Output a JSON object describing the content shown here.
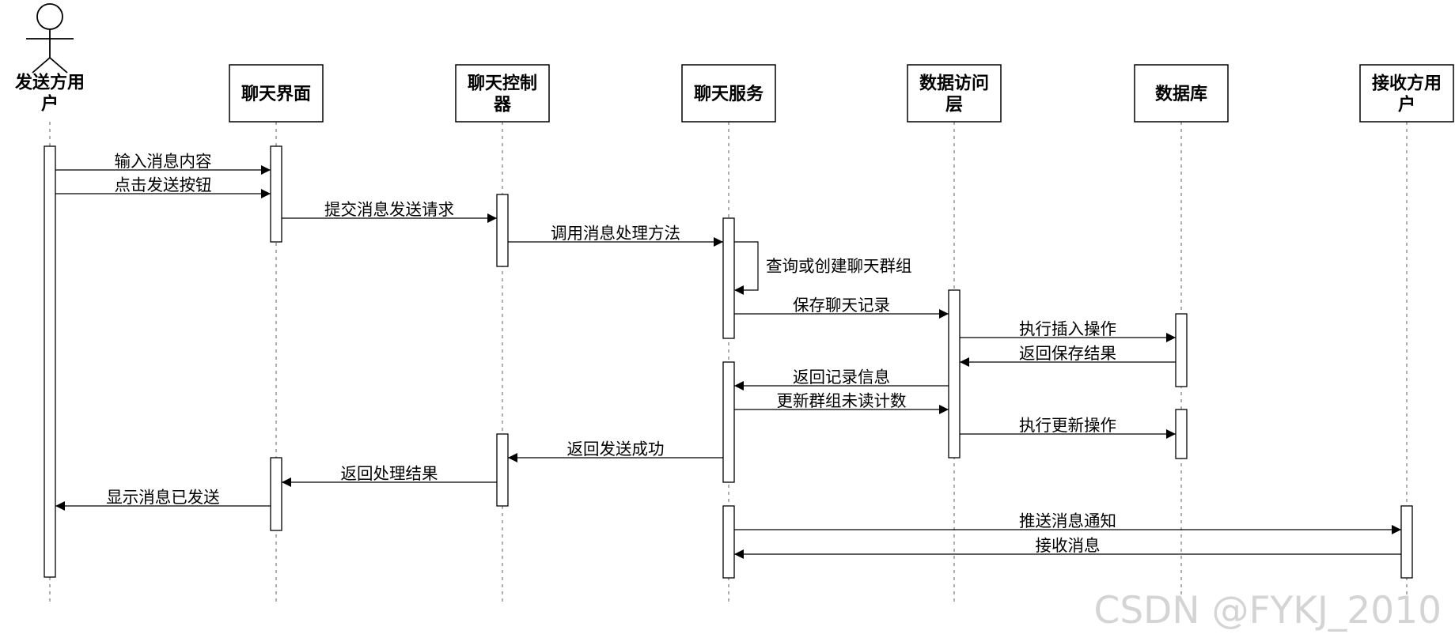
{
  "participants": [
    {
      "id": "sender",
      "label_lines": [
        "发送方用",
        "户"
      ],
      "kind": "actor"
    },
    {
      "id": "ui",
      "label_lines": [
        "聊天界面"
      ],
      "kind": "box"
    },
    {
      "id": "ctrl",
      "label_lines": [
        "聊天控制",
        "器"
      ],
      "kind": "box"
    },
    {
      "id": "svc",
      "label_lines": [
        "聊天服务"
      ],
      "kind": "box"
    },
    {
      "id": "dal",
      "label_lines": [
        "数据访问",
        "层"
      ],
      "kind": "box"
    },
    {
      "id": "db",
      "label_lines": [
        "数据库"
      ],
      "kind": "box"
    },
    {
      "id": "recv",
      "label_lines": [
        "接收方用",
        "户"
      ],
      "kind": "box"
    }
  ],
  "messages": [
    {
      "from": "sender",
      "to": "ui",
      "label": "输入消息内容"
    },
    {
      "from": "sender",
      "to": "ui",
      "label": "点击发送按钮"
    },
    {
      "from": "ui",
      "to": "ctrl",
      "label": "提交消息发送请求"
    },
    {
      "from": "ctrl",
      "to": "svc",
      "label": "调用消息处理方法"
    },
    {
      "from": "svc",
      "to": "svc",
      "label": "查询或创建聊天群组"
    },
    {
      "from": "svc",
      "to": "dal",
      "label": "保存聊天记录"
    },
    {
      "from": "dal",
      "to": "db",
      "label": "执行插入操作"
    },
    {
      "from": "db",
      "to": "dal",
      "label": "返回保存结果"
    },
    {
      "from": "dal",
      "to": "svc",
      "label": "返回记录信息"
    },
    {
      "from": "svc",
      "to": "dal",
      "label": "更新群组未读计数"
    },
    {
      "from": "dal",
      "to": "db",
      "label": "执行更新操作"
    },
    {
      "from": "svc",
      "to": "ctrl",
      "label": "返回发送成功"
    },
    {
      "from": "ctrl",
      "to": "ui",
      "label": "返回处理结果"
    },
    {
      "from": "ui",
      "to": "sender",
      "label": "显示消息已发送"
    },
    {
      "from": "svc",
      "to": "recv",
      "label": "推送消息通知"
    },
    {
      "from": "recv",
      "to": "svc",
      "label": "接收消息"
    }
  ],
  "watermark": "CSDN @FYKJ_2010"
}
